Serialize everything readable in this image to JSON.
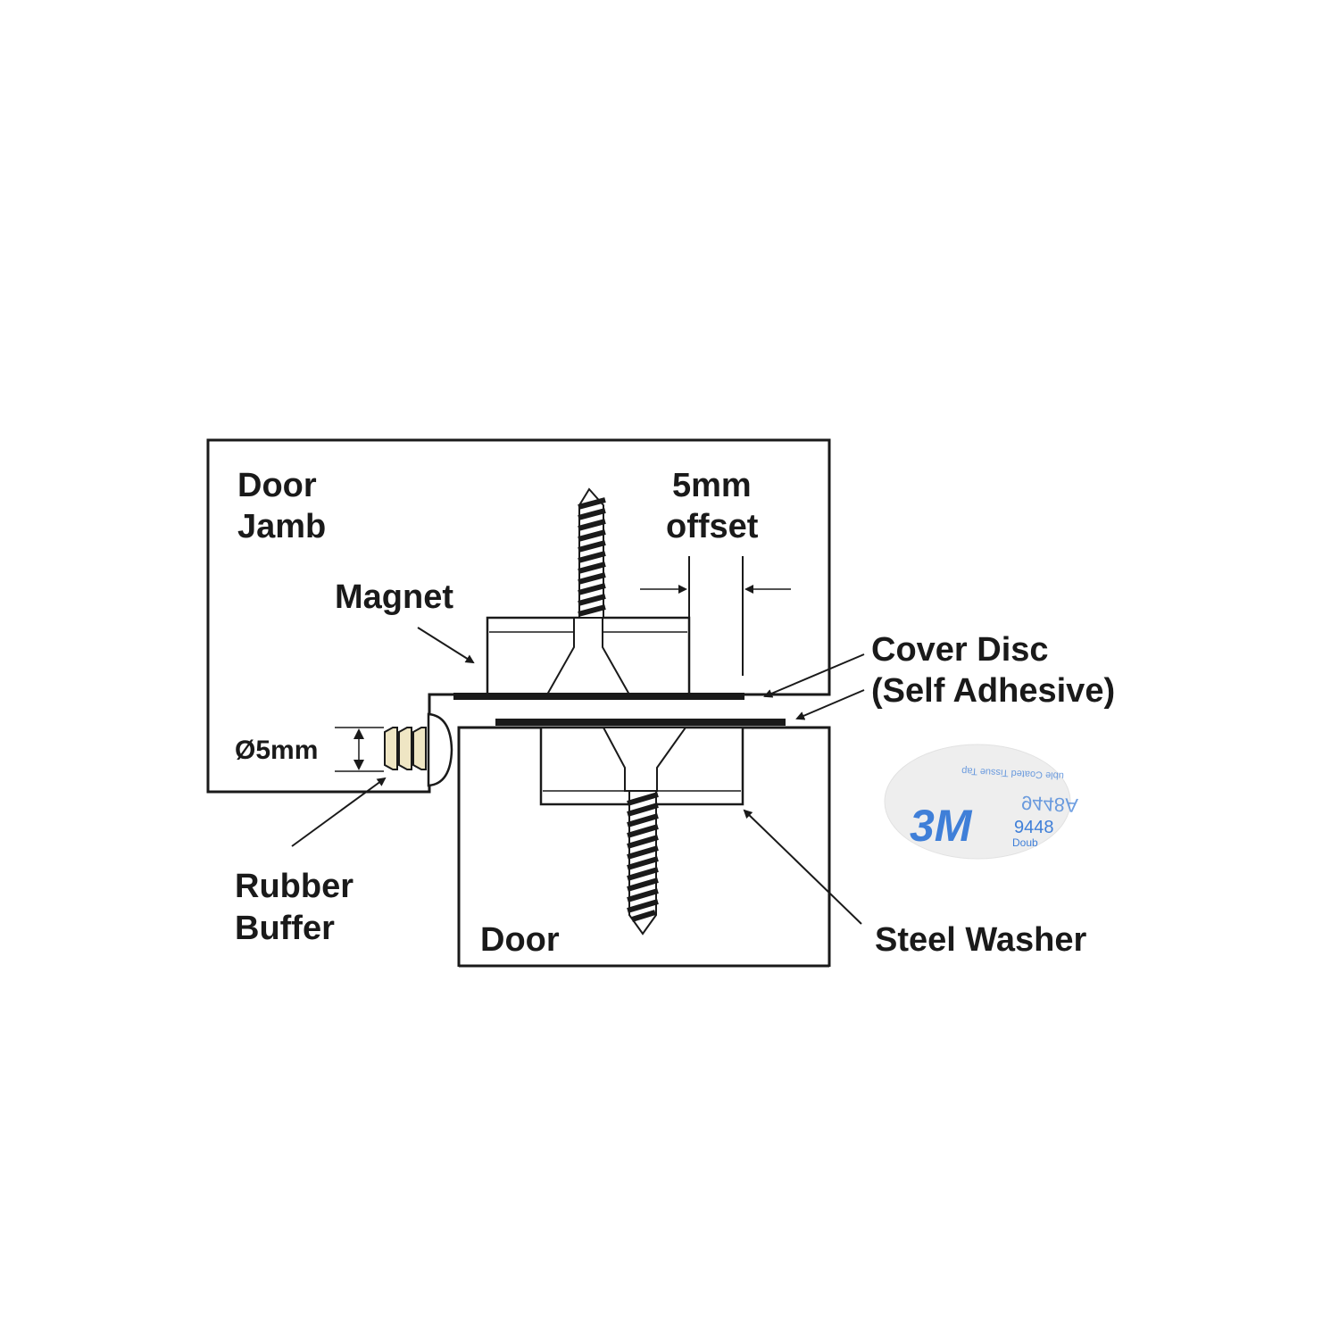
{
  "labels": {
    "door_jamb_line1": "Door",
    "door_jamb_line2": "Jamb",
    "offset_line1": "5mm",
    "offset_line2": "offset",
    "magnet": "Magnet",
    "cover_disc_line1": "Cover Disc",
    "cover_disc_line2": "(Self Adhesive)",
    "diameter": "Ø5mm",
    "rubber_buffer_line1": "Rubber",
    "rubber_buffer_line2": "Buffer",
    "door": "Door",
    "steel_washer": "Steel Washer"
  },
  "adhesive_disc": {
    "brand": "3M",
    "code": "9448",
    "code_mirrored": "9448A",
    "text_partial": "Doub",
    "text_mirrored_top": "uble Coated Tissue Tap"
  },
  "colors": {
    "line": "#1a1a1a",
    "buffer": "#efe6c4",
    "disc": "#eeeeee",
    "disc_text": "#3f7fd8"
  }
}
